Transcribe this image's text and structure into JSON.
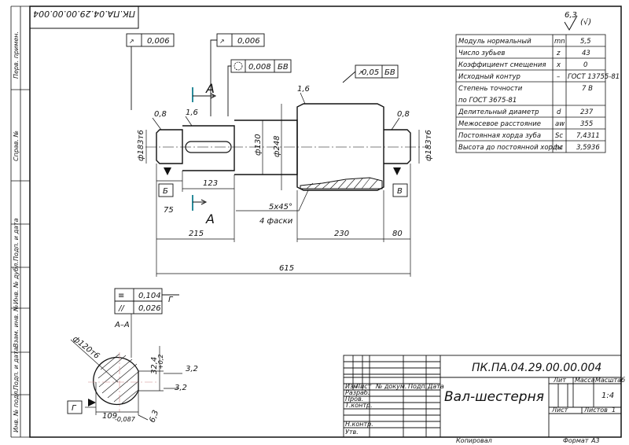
{
  "stamp_top": "ПК.ПА.04.29.00.00.004",
  "roughness": {
    "value": "6,3",
    "mark": "(√)"
  },
  "frame_side_labels": [
    "Перв. примен.",
    "Справ. №",
    "Подп. и дата",
    "Инв. № дубл.",
    "Взам. инв. №",
    "Подп. и дата",
    "Инв. № подл."
  ],
  "params_table": {
    "rows": [
      {
        "name": "Модуль нормальный",
        "sym": "mn",
        "val": "5,5"
      },
      {
        "name": "Число зубьев",
        "sym": "z",
        "val": "43"
      },
      {
        "name": "Коэффициент смещения",
        "sym": "x",
        "val": "0"
      },
      {
        "name": "Исходный контур",
        "sym": "–",
        "val": "ГОСТ 13755-81"
      },
      {
        "name": "Степень точности",
        "sym": "",
        "val": "7 В"
      },
      {
        "name": "по ГОСТ 3675-81",
        "sym": "",
        "val": ""
      },
      {
        "name": "Делительный диаметр",
        "sym": "d",
        "val": "237"
      },
      {
        "name": "Межосевое расстояние",
        "sym": "aw",
        "val": "355"
      },
      {
        "name": "Постоянная хорда зуба",
        "sym": "Sc",
        "val": "7,4311"
      },
      {
        "name": "Высота до постоянной хорды",
        "sym": "hc",
        "val": "3,5936"
      }
    ]
  },
  "tolerances": {
    "runout_left": "0,006",
    "runout_mid": "0,006",
    "circ_runout": "0,008",
    "circ_datum": "БВ",
    "face_runout": "0,05",
    "face_datum": "БВ",
    "section_sym": "0,104",
    "section_par": "0,026",
    "section_datum": "Г"
  },
  "dimensions": {
    "d_left": "ф183т6",
    "d_right": "ф183т6",
    "d_mid": "ф130",
    "d_gear": "ф248",
    "chamfer_left": "0,8",
    "chamfer_right": "0,8",
    "radius_1": "1,6",
    "radius_2": "1,6",
    "key_len": "123",
    "key_off": "75",
    "len_left": "215",
    "len_gear": "230",
    "len_right": "80",
    "len_total": "615",
    "chamfer_note_1": "5х45°",
    "chamfer_note_2": "4 фаски",
    "datum_b": "Б",
    "datum_v": "В",
    "section_letter_top": "А",
    "section_letter_bot": "А",
    "section_title": "А–А",
    "section_diam": "ф120т6",
    "section_depth": "32,4",
    "section_depth_tol": "+0,2",
    "section_w1": "3,2",
    "section_w2": "3,2",
    "section_key": "109",
    "section_key_tol": "-0,087",
    "section_rough": "6,3",
    "datum_g": "Г"
  },
  "title_block": {
    "designation": "ПК.ПА.04.29.00.00.004",
    "name": "Вал-шестерня",
    "col_lit": "Лит",
    "col_mass": "Масса",
    "col_scale": "Масштаб",
    "scale": "1:4",
    "sheet_label": "Лист",
    "sheets_label": "Листов",
    "sheets": "1",
    "row_labels": [
      "Изм",
      "Лист",
      "№ докум.",
      "Подп.",
      "Дата"
    ],
    "roles": [
      "Разраб.",
      "Пров.",
      "Т.контр.",
      "",
      "Н.контр.",
      "Утв."
    ],
    "copied": "Копировал",
    "format": "Формат",
    "format_val": "А3"
  }
}
